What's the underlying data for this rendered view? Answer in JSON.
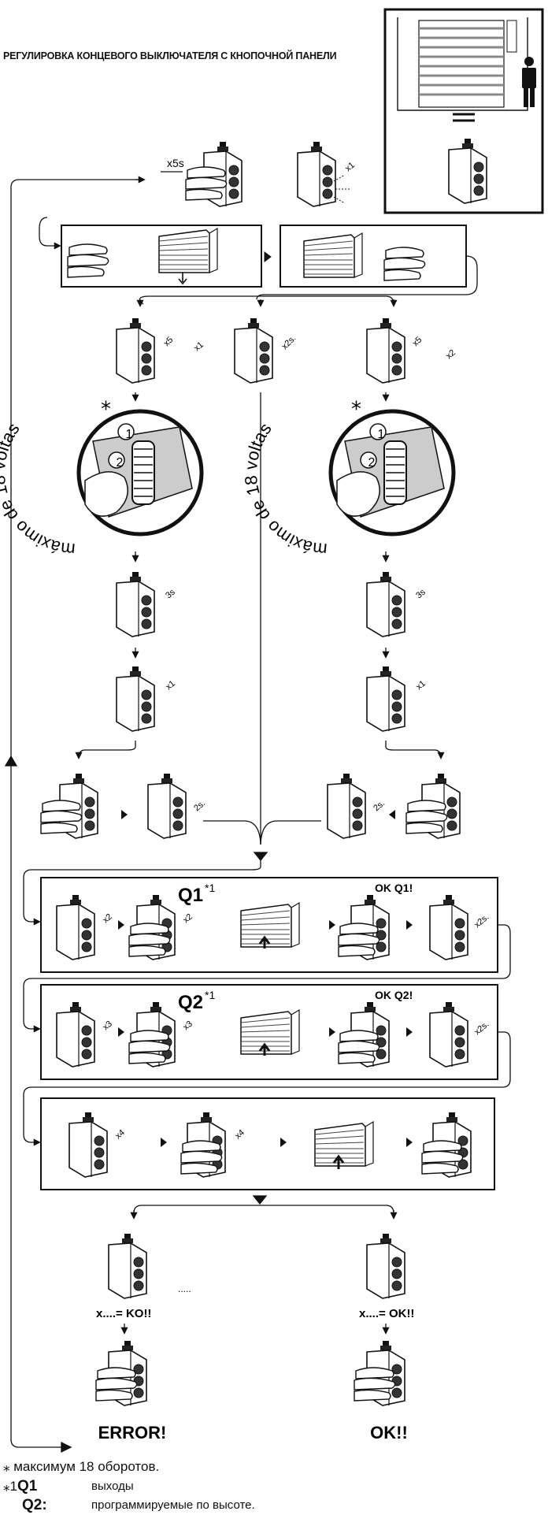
{
  "title": "РЕГУЛИРОВКА КОНЦЕВОГО ВЫКЛЮЧАТЕЛЯ С КНОПОЧНОЙ ПАНЕЛИ",
  "press_labels": {
    "x5s": "x5s",
    "x1": "x1",
    "x5": "x5",
    "x2s": "x2s.",
    "x2": "x2",
    "s3": "3s",
    "s2": "2s.",
    "x3": "x3",
    "x4": "x4",
    "dots": "....."
  },
  "rotation_label": "máximo de 18 voltas",
  "rotation_steps": [
    "1",
    "2"
  ],
  "rows": {
    "q1": {
      "label": "Q1",
      "star": "*1",
      "ok": "OK Q1!"
    },
    "q2": {
      "label": "Q2",
      "star": "*1",
      "ok": "OK Q2!"
    }
  },
  "outcomes": {
    "ko_formula": "x....= KO!!",
    "ok_formula": "x....= OK!!",
    "error": "ERROR!",
    "ok": "OK!!"
  },
  "footnotes": {
    "star_symbol": "⁎",
    "star_text": "максимум 18 оборотов.",
    "note_symbol": "⁎1",
    "q1_key": "Q1",
    "q1_text": "выходы",
    "q2_key": "Q2:",
    "q2_text": "программируемые по высоте."
  }
}
